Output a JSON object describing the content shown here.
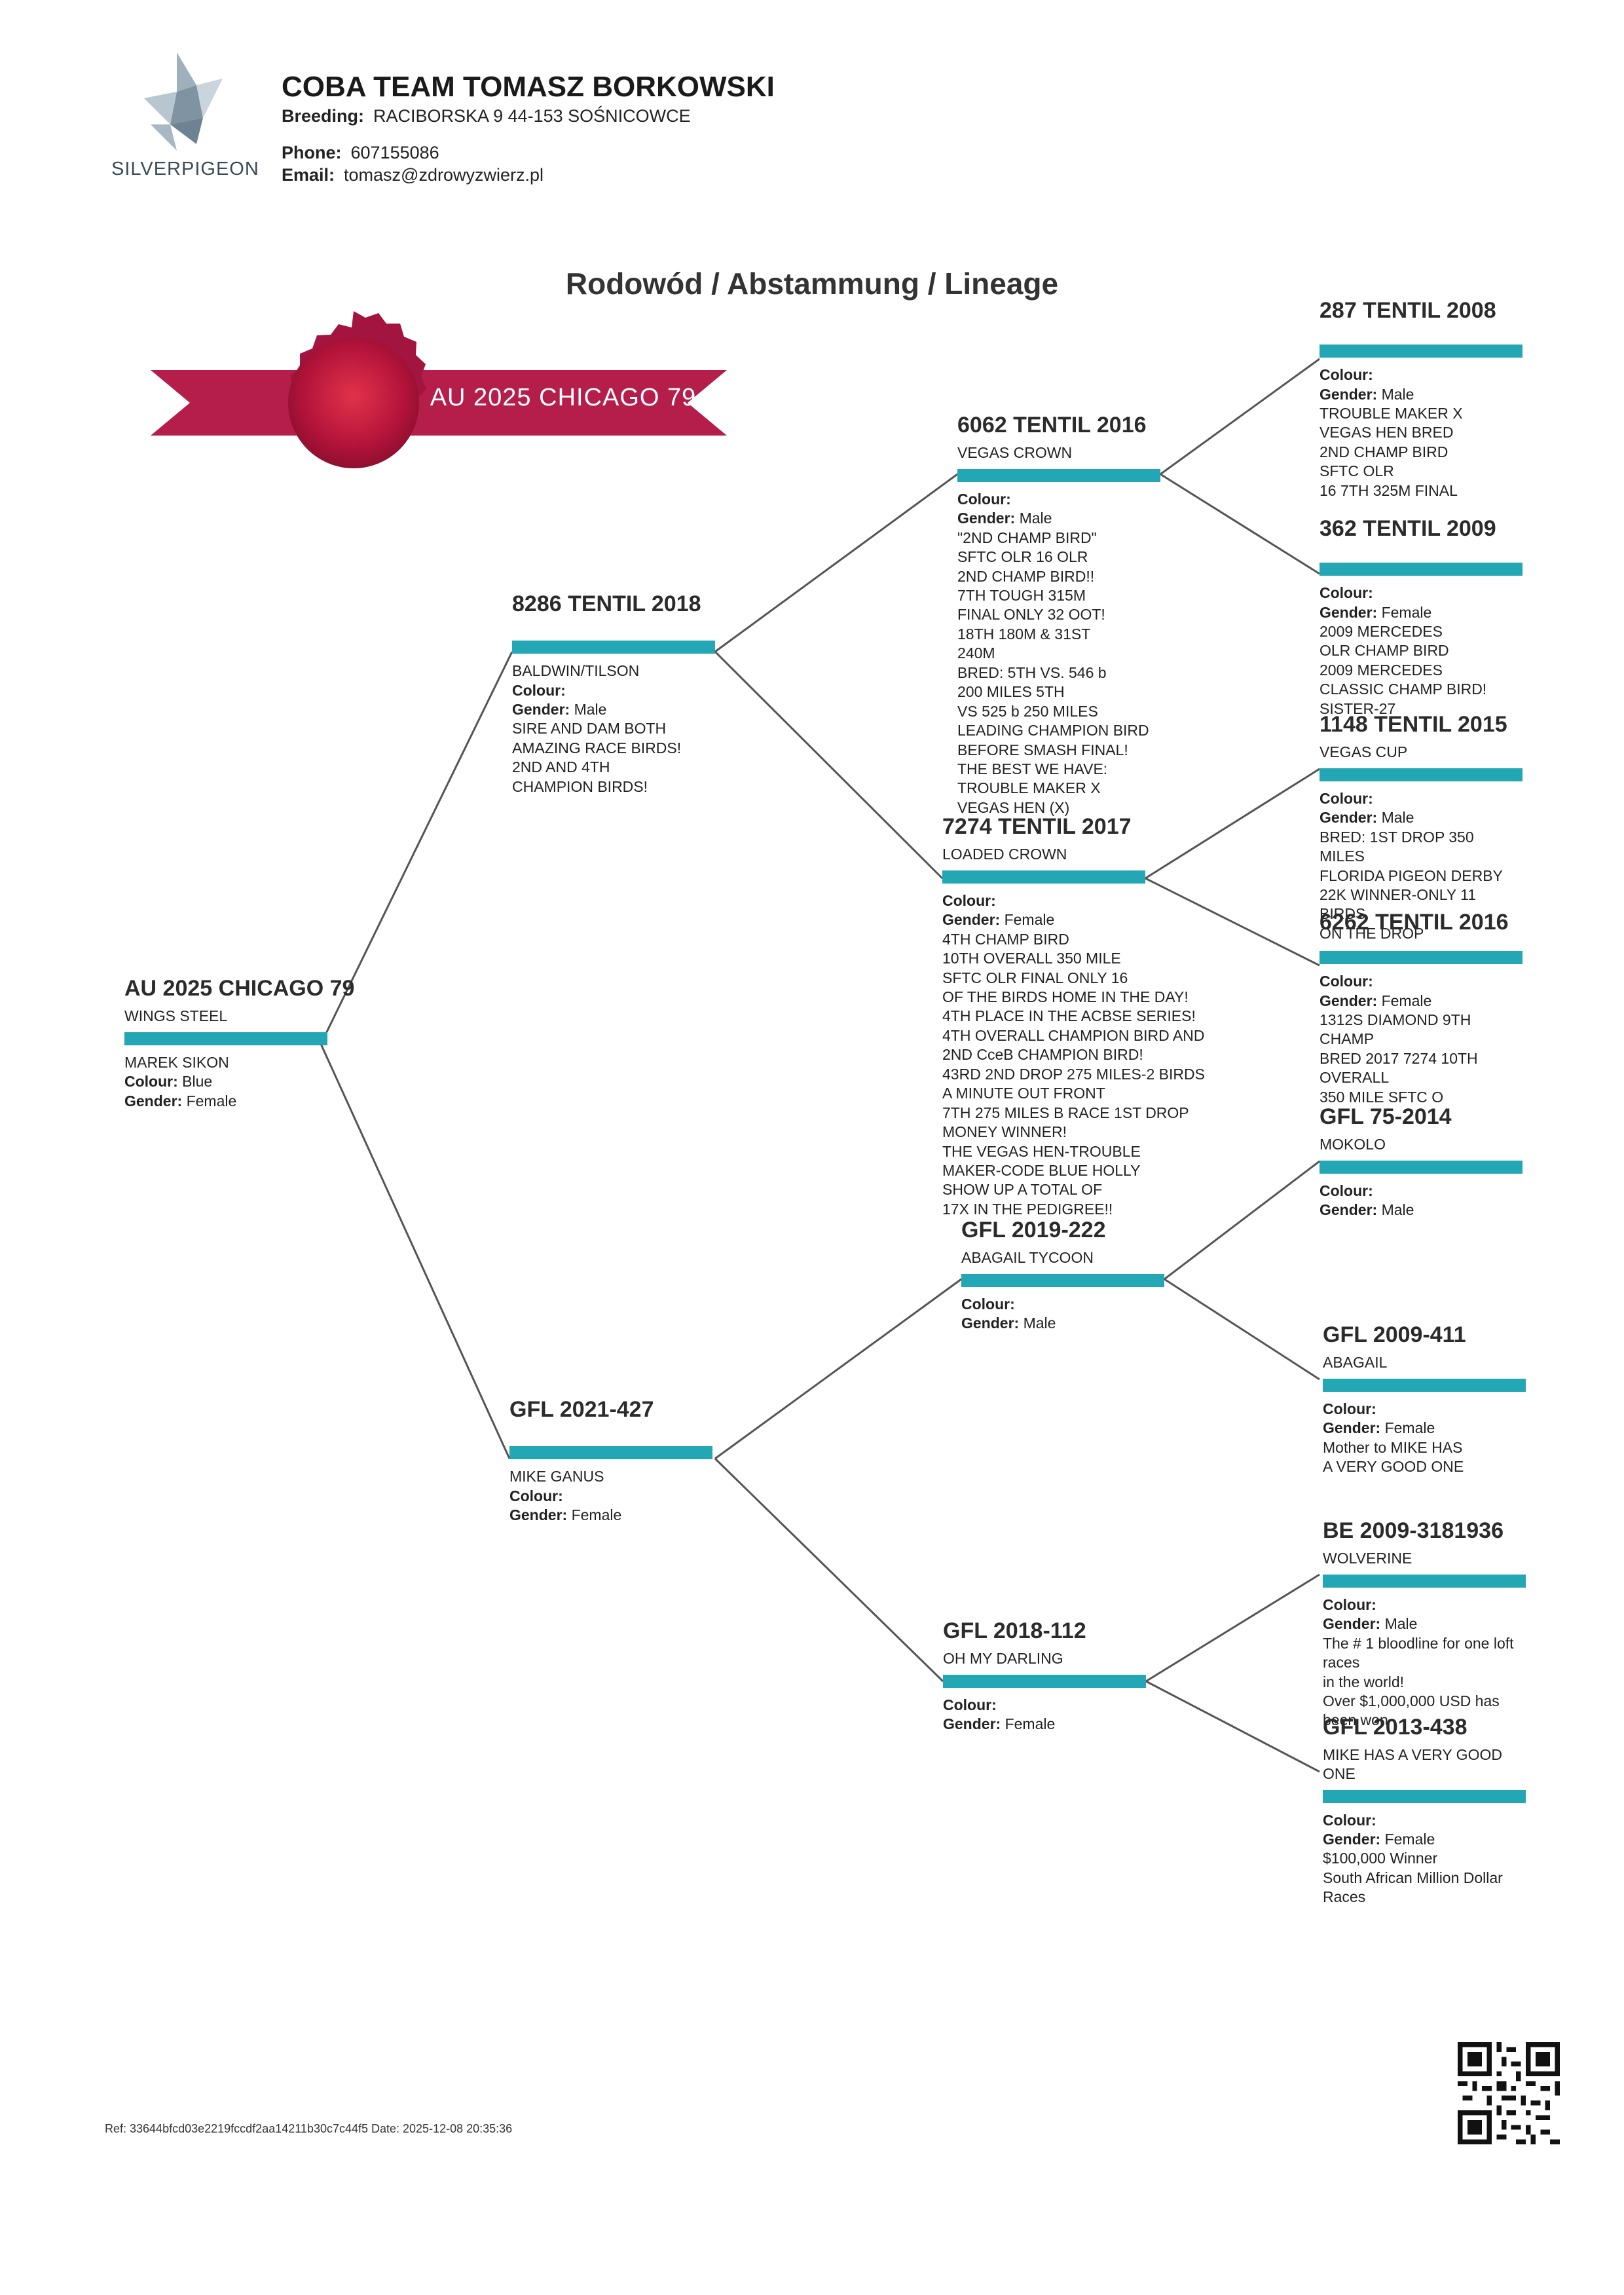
{
  "header": {
    "logo_text": "SILVERPIGEON",
    "team_name": "COBA TEAM TOMASZ BORKOWSKI",
    "breeding_label": "Breeding:",
    "breeding_value": "RACIBORSKA 9 44-153 SOŚNICOWCE",
    "phone_label": "Phone:",
    "phone_value": "607155086",
    "email_label": "Email:",
    "email_value": "tomasz@zdrowyzwierz.pl",
    "title": "Rodowód / Abstammung / Lineage"
  },
  "ribbon": {
    "text": "AU 2025 CHICAGO 79"
  },
  "colour_label": "Colour:",
  "gender_label": "Gender:",
  "nodes": {
    "subject": {
      "ring": "AU 2025 CHICAGO 79",
      "name": "WINGS STEEL",
      "owner": "MAREK SIKON",
      "colour": "Blue",
      "gender": "Female",
      "note": ""
    },
    "sire": {
      "ring": "8286 TENTIL 2018",
      "name": "",
      "owner": "BALDWIN/TILSON",
      "colour": "",
      "gender": "Male",
      "note": "SIRE AND DAM BOTH\nAMAZING RACE BIRDS!\n2ND AND 4TH\nCHAMPION BIRDS!"
    },
    "dam": {
      "ring": "GFL 2021-427",
      "name": "",
      "owner": "MIKE GANUS",
      "colour": "",
      "gender": "Female",
      "note": ""
    },
    "ss": {
      "ring": "6062 TENTIL 2016",
      "name": "VEGAS CROWN",
      "colour": "",
      "gender": "Male",
      "note": "\"2ND CHAMP BIRD\"\nSFTC OLR 16 OLR\n2ND CHAMP BIRD!!\n7TH TOUGH 315M\nFINAL ONLY 32 OOT!\n18TH 180M & 31ST\n240M\nBRED: 5TH VS. 546 b\n200 MILES 5TH\nVS 525 b 250 MILES\nLEADING CHAMPION BIRD\nBEFORE SMASH FINAL!\nTHE BEST WE HAVE:\nTROUBLE MAKER X\nVEGAS HEN (X)"
    },
    "sd": {
      "ring": "7274 TENTIL 2017",
      "name": "LOADED CROWN",
      "colour": "",
      "gender": "Female",
      "note": "4TH CHAMP BIRD\n10TH OVERALL 350 MILE\nSFTC OLR FINAL ONLY 16\nOF THE BIRDS HOME IN THE DAY!\n4TH PLACE IN THE ACBSE SERIES!\n4TH OVERALL CHAMPION BIRD AND\n2ND CceB CHAMPION BIRD!\n43RD 2ND DROP 275 MILES-2 BIRDS\nA MINUTE OUT FRONT\n7TH 275 MILES B RACE 1ST DROP\nMONEY WINNER!\nTHE VEGAS HEN-TROUBLE\nMAKER-CODE BLUE HOLLY\nSHOW UP A TOTAL OF\n17X IN THE PEDIGREE!!"
    },
    "ds": {
      "ring": "GFL 2019-222",
      "name": "ABAGAIL TYCOON",
      "colour": "",
      "gender": "Male",
      "note": ""
    },
    "dd": {
      "ring": "GFL 2018-112",
      "name": "OH MY DARLING",
      "colour": "",
      "gender": "Female",
      "note": ""
    },
    "sss": {
      "ring": "287 TENTIL 2008",
      "name": "",
      "colour": "",
      "gender": "Male",
      "note": "TROUBLE MAKER X\nVEGAS HEN BRED\n2ND CHAMP BIRD\nSFTC OLR\n16 7TH 325M FINAL"
    },
    "ssd": {
      "ring": "362 TENTIL 2009",
      "name": "",
      "colour": "",
      "gender": "Female",
      "note": "2009 MERCEDES\nOLR CHAMP BIRD\n2009 MERCEDES\nCLASSIC CHAMP BIRD!\nSISTER-27"
    },
    "sds": {
      "ring": "1148 TENTIL 2015",
      "name": "VEGAS CUP",
      "colour": "",
      "gender": "Male",
      "note": "BRED: 1ST DROP 350\nMILES\nFLORIDA PIGEON DERBY\n22K WINNER-ONLY 11\nBIRDS\nON THE DROP"
    },
    "sdd": {
      "ring": "6262 TENTIL 2016",
      "name": "",
      "colour": "",
      "gender": "Female",
      "note": "1312S DIAMOND 9TH\nCHAMP\nBRED 2017 7274 10TH\nOVERALL\n350 MILE SFTC O"
    },
    "dss": {
      "ring": "GFL 75-2014",
      "name": "MOKOLO",
      "colour": "",
      "gender": "Male",
      "note": ""
    },
    "dsd": {
      "ring": "GFL 2009-411",
      "name": "ABAGAIL",
      "colour": "",
      "gender": "Female",
      "note": "Mother to MIKE HAS\nA VERY GOOD ONE"
    },
    "dds": {
      "ring": "BE 2009-3181936",
      "name": "WOLVERINE",
      "colour": "",
      "gender": "Male",
      "note": "The # 1 bloodline for one loft\nraces\nin the world!\nOver $1,000,000 USD has\nbeen won"
    },
    "ddd": {
      "ring": "GFL 2013-438",
      "name": "MIKE HAS A VERY GOOD\nONE",
      "colour": "",
      "gender": "Female",
      "note": "$100,000 Winner\nSouth African Million Dollar\nRaces"
    }
  },
  "footer": {
    "ref": "Ref: 33644bfcd03e2219fccdf2aa14211b30c7c44f5  Date: 2025-12-08 20:35:36"
  }
}
